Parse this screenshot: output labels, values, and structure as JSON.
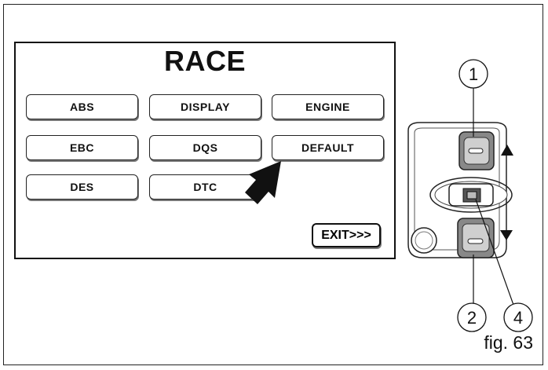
{
  "screen": {
    "title": "RACE",
    "buttons": [
      {
        "label": "ABS"
      },
      {
        "label": "DISPLAY"
      },
      {
        "label": "ENGINE"
      },
      {
        "label": "EBC"
      },
      {
        "label": "DQS"
      },
      {
        "label": "DEFAULT"
      },
      {
        "label": "DES"
      },
      {
        "label": "DTC"
      }
    ],
    "exit_label": "EXIT>>>"
  },
  "callouts": {
    "up": "1",
    "down": "2",
    "center": "4"
  },
  "caption": "fig. 63",
  "icons": [
    "pointer-arrow-icon",
    "up-arrow-icon",
    "down-arrow-icon",
    "joystick-icon"
  ]
}
